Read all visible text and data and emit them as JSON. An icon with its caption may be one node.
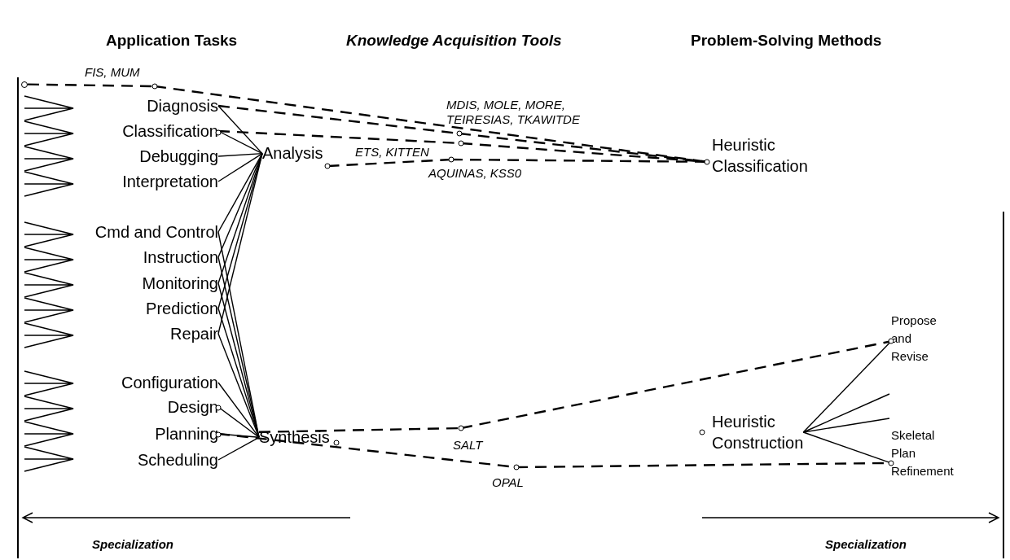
{
  "diagram": {
    "nodes": [
      {
        "text": [
          "Diagnosis"
        ]
      },
      {
        "text": [
          "Classification"
        ]
      },
      {
        "text": [
          "Debugging"
        ]
      },
      {
        "text": [
          "Interpretation"
        ]
      },
      {
        "text": [
          "Cmd and Control"
        ]
      },
      {
        "text": [
          "Instruction"
        ]
      },
      {
        "text": [
          "Monitoring"
        ]
      },
      {
        "text": [
          "Prediction"
        ]
      },
      {
        "text": [
          "Repair"
        ]
      },
      {
        "text": [
          "Configuration"
        ]
      },
      {
        "text": [
          "Design"
        ]
      },
      {
        "text": [
          "Planning"
        ]
      },
      {
        "text": [
          "Scheduling"
        ]
      },
      {
        "text": [
          "Analysis"
        ]
      },
      {
        "text": [
          "Synthesis"
        ]
      },
      {
        "text": [
          "Heuristic Classification"
        ]
      },
      {
        "text": [
          "Heuristic Construction"
        ]
      },
      {
        "text": [
          "Propose and Revise"
        ]
      },
      {
        "text": [
          "Skeletal Plan Refinement"
        ]
      },
      {
        "text": [
          "FIS, MUM"
        ]
      },
      {
        "text": [
          "MDIS, MOLE, MORE, TEIRESIAS, TKAWITDE"
        ]
      },
      {
        "text": [
          "ETS, KITTEN"
        ]
      },
      {
        "text": [
          "AQUINAS, KSS0"
        ]
      },
      {
        "text": [
          "SALT"
        ]
      },
      {
        "text": [
          "OPAL"
        ]
      },
      {
        "text": [],
        "shape": "circle"
      }
    ],
    "edges": [
      {
        "from": 0,
        "to": 13,
        "arrow": "none"
      },
      {
        "from": 1,
        "to": 13,
        "arrow": "none"
      },
      {
        "from": 2,
        "to": 13,
        "arrow": "none"
      },
      {
        "from": 3,
        "to": 13,
        "arrow": "none"
      },
      {
        "from": 4,
        "to": 13,
        "arrow": "none"
      },
      {
        "from": 5,
        "to": 13,
        "arrow": "none"
      },
      {
        "from": 6,
        "to": 13,
        "arrow": "none"
      },
      {
        "from": 7,
        "to": 13,
        "arrow": "none"
      },
      {
        "from": 8,
        "to": 13,
        "arrow": "none"
      },
      {
        "from": 4,
        "to": 14,
        "arrow": "none"
      },
      {
        "from": 5,
        "to": 14,
        "arrow": "none"
      },
      {
        "from": 6,
        "to": 14,
        "arrow": "none"
      },
      {
        "from": 7,
        "to": 14,
        "arrow": "none"
      },
      {
        "from": 8,
        "to": 14,
        "arrow": "none"
      },
      {
        "from": 9,
        "to": 14,
        "arrow": "none"
      },
      {
        "from": 10,
        "to": 14,
        "arrow": "none"
      },
      {
        "from": 11,
        "to": 14,
        "arrow": "none"
      },
      {
        "from": 12,
        "to": 14,
        "arrow": "none"
      },
      {
        "from": 16,
        "to": 17,
        "arrow": "none"
      },
      {
        "from": 16,
        "to": null,
        "arrow": "none"
      },
      {
        "from": 16,
        "to": null,
        "arrow": "none"
      },
      {
        "from": 16,
        "to": 18,
        "arrow": "none"
      },
      {
        "from": 25,
        "to": 19,
        "arrow": "none",
        "style": "dashed"
      },
      {
        "from": 19,
        "to": 15,
        "arrow": "none",
        "style": "dashed"
      },
      {
        "from": 0,
        "to": 20,
        "arrow": "none",
        "style": "dashed"
      },
      {
        "from": 20,
        "to": 15,
        "arrow": "none",
        "style": "dashed"
      },
      {
        "from": 1,
        "to": 21,
        "arrow": "none",
        "style": "dashed"
      },
      {
        "from": 21,
        "to": 15,
        "arrow": "none",
        "style": "dashed"
      },
      {
        "from": 13,
        "to": 22,
        "arrow": "none",
        "style": "dashed"
      },
      {
        "from": 22,
        "to": 15,
        "arrow": "none",
        "style": "dashed"
      },
      {
        "from": 14,
        "to": 23,
        "arrow": "none",
        "style": "dashed"
      },
      {
        "from": 23,
        "to": 17,
        "arrow": "none",
        "style": "dashed"
      },
      {
        "from": 11,
        "to": 24,
        "arrow": "none",
        "style": "dashed"
      },
      {
        "from": 24,
        "to": 18,
        "arrow": "none",
        "style": "dashed"
      }
    ],
    "labels": [
      "Application Tasks",
      "Knowledge Acquisition Tools",
      "Problem-Solving Methods",
      "Specialization",
      "Specialization"
    ]
  }
}
